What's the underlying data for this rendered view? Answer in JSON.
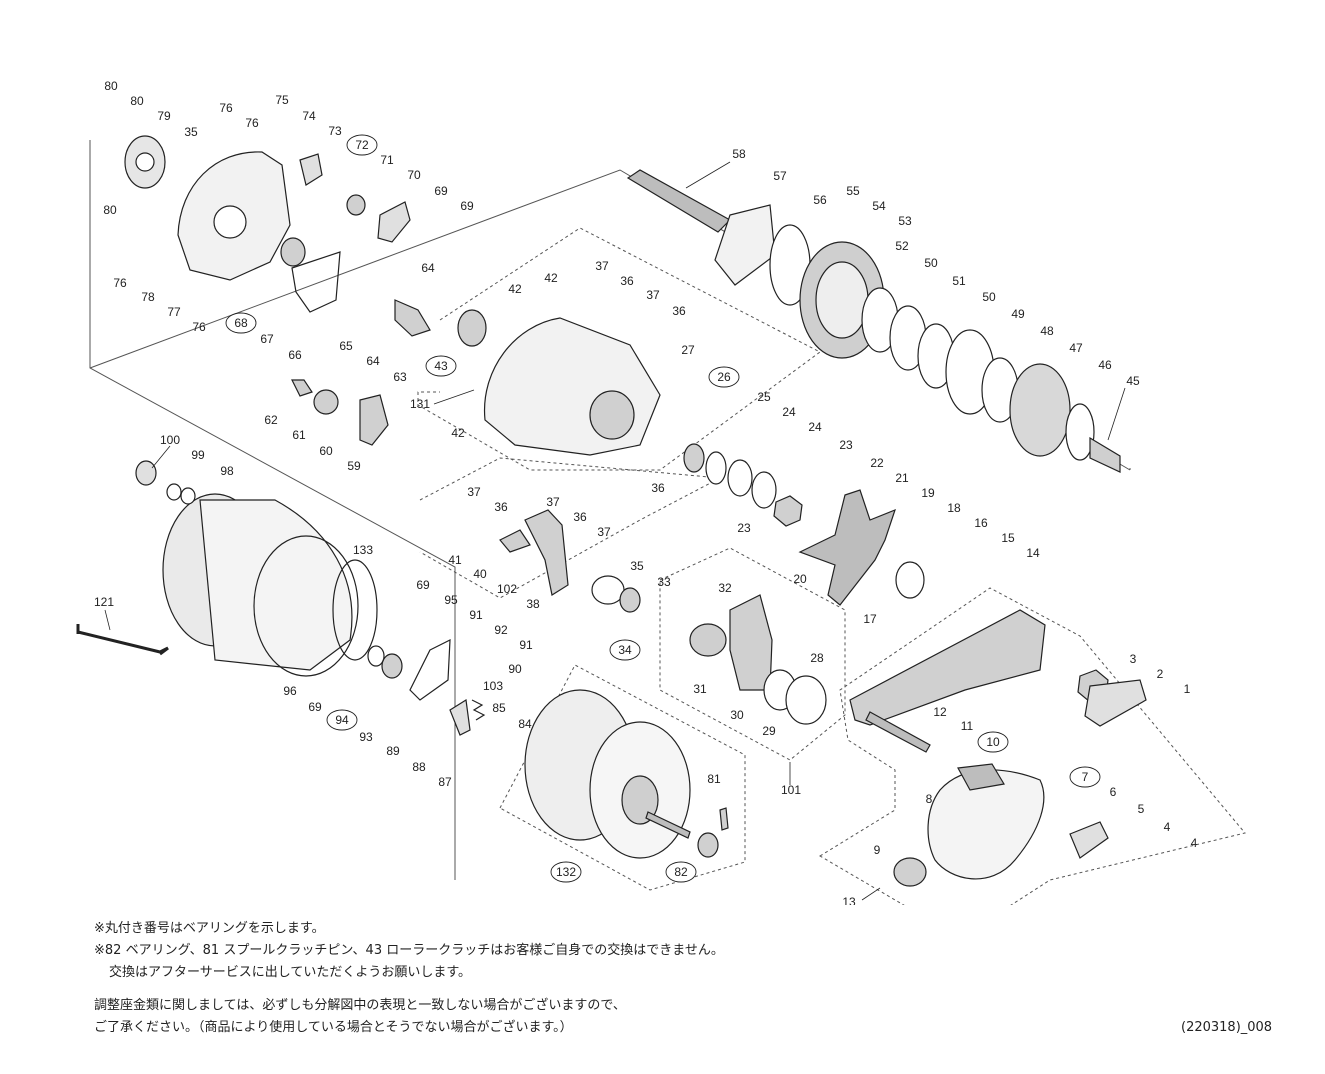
{
  "diagram": {
    "callouts": [
      {
        "id": "p80a",
        "number": "80",
        "circled": false
      },
      {
        "id": "p80b",
        "number": "80",
        "circled": false
      },
      {
        "id": "p79",
        "number": "79",
        "circled": false
      },
      {
        "id": "p80c",
        "number": "80",
        "circled": false
      },
      {
        "id": "p35a",
        "number": "35",
        "circled": false
      },
      {
        "id": "p76a",
        "number": "76",
        "circled": false
      },
      {
        "id": "p76b",
        "number": "76",
        "circled": false
      },
      {
        "id": "p75",
        "number": "75",
        "circled": false
      },
      {
        "id": "p74",
        "number": "74",
        "circled": false
      },
      {
        "id": "p73",
        "number": "73",
        "circled": false
      },
      {
        "id": "p72",
        "number": "72",
        "circled": true
      },
      {
        "id": "p71",
        "number": "71",
        "circled": false
      },
      {
        "id": "p70",
        "number": "70",
        "circled": false
      },
      {
        "id": "p69a",
        "number": "69",
        "circled": false
      },
      {
        "id": "p69b",
        "number": "69",
        "circled": false
      },
      {
        "id": "p76c",
        "number": "76",
        "circled": false
      },
      {
        "id": "p78",
        "number": "78",
        "circled": false
      },
      {
        "id": "p77",
        "number": "77",
        "circled": false
      },
      {
        "id": "p76d",
        "number": "76",
        "circled": false
      },
      {
        "id": "p68",
        "number": "68",
        "circled": true
      },
      {
        "id": "p67",
        "number": "67",
        "circled": false
      },
      {
        "id": "p66",
        "number": "66",
        "circled": false
      },
      {
        "id": "p65",
        "number": "65",
        "circled": false
      },
      {
        "id": "p64a",
        "number": "64",
        "circled": false
      },
      {
        "id": "p64b",
        "number": "64",
        "circled": false
      },
      {
        "id": "p63",
        "number": "63",
        "circled": false
      },
      {
        "id": "p62",
        "number": "62",
        "circled": false
      },
      {
        "id": "p61",
        "number": "61",
        "circled": false
      },
      {
        "id": "p60",
        "number": "60",
        "circled": false
      },
      {
        "id": "p59",
        "number": "59",
        "circled": false
      },
      {
        "id": "p58",
        "number": "58",
        "circled": false
      },
      {
        "id": "p57",
        "number": "57",
        "circled": false
      },
      {
        "id": "p56",
        "number": "56",
        "circled": false
      },
      {
        "id": "p55",
        "number": "55",
        "circled": false
      },
      {
        "id": "p54",
        "number": "54",
        "circled": false
      },
      {
        "id": "p53",
        "number": "53",
        "circled": false
      },
      {
        "id": "p52",
        "number": "52",
        "circled": false
      },
      {
        "id": "p50a",
        "number": "50",
        "circled": false
      },
      {
        "id": "p51",
        "number": "51",
        "circled": false
      },
      {
        "id": "p50b",
        "number": "50",
        "circled": false
      },
      {
        "id": "p49",
        "number": "49",
        "circled": false
      },
      {
        "id": "p48",
        "number": "48",
        "circled": false
      },
      {
        "id": "p47",
        "number": "47",
        "circled": false
      },
      {
        "id": "p46",
        "number": "46",
        "circled": false
      },
      {
        "id": "p45",
        "number": "45",
        "circled": false
      },
      {
        "id": "p37a",
        "number": "37",
        "circled": false
      },
      {
        "id": "p36a",
        "number": "36",
        "circled": false
      },
      {
        "id": "p37b",
        "number": "37",
        "circled": false
      },
      {
        "id": "p36b",
        "number": "36",
        "circled": false
      },
      {
        "id": "p42a",
        "number": "42",
        "circled": false
      },
      {
        "id": "p42b",
        "number": "42",
        "circled": false
      },
      {
        "id": "p43",
        "number": "43",
        "circled": true
      },
      {
        "id": "p42c",
        "number": "42",
        "circled": false
      },
      {
        "id": "p131",
        "number": "131",
        "circled": false
      },
      {
        "id": "p27",
        "number": "27",
        "circled": false
      },
      {
        "id": "p26",
        "number": "26",
        "circled": true
      },
      {
        "id": "p25",
        "number": "25",
        "circled": false
      },
      {
        "id": "p24a",
        "number": "24",
        "circled": false
      },
      {
        "id": "p24b",
        "number": "24",
        "circled": false
      },
      {
        "id": "p23a",
        "number": "23",
        "circled": false
      },
      {
        "id": "p22",
        "number": "22",
        "circled": false
      },
      {
        "id": "p23b",
        "number": "23",
        "circled": false
      },
      {
        "id": "p21",
        "number": "21",
        "circled": false
      },
      {
        "id": "p19",
        "number": "19",
        "circled": false
      },
      {
        "id": "p18",
        "number": "18",
        "circled": false
      },
      {
        "id": "p16",
        "number": "16",
        "circled": false
      },
      {
        "id": "p15",
        "number": "15",
        "circled": false
      },
      {
        "id": "p14",
        "number": "14",
        "circled": false
      },
      {
        "id": "p20",
        "number": "20",
        "circled": false
      },
      {
        "id": "p17",
        "number": "17",
        "circled": false
      },
      {
        "id": "p37c",
        "number": "37",
        "circled": false
      },
      {
        "id": "p36c",
        "number": "36",
        "circled": false
      },
      {
        "id": "p37d",
        "number": "37",
        "circled": false
      },
      {
        "id": "p36d",
        "number": "36",
        "circled": false
      },
      {
        "id": "p36e",
        "number": "36",
        "circled": false
      },
      {
        "id": "p37e",
        "number": "37",
        "circled": false
      },
      {
        "id": "p41",
        "number": "41",
        "circled": false
      },
      {
        "id": "p40",
        "number": "40",
        "circled": false
      },
      {
        "id": "p102",
        "number": "102",
        "circled": false
      },
      {
        "id": "p38",
        "number": "38",
        "circled": false
      },
      {
        "id": "p35b",
        "number": "35",
        "circled": false
      },
      {
        "id": "p33",
        "number": "33",
        "circled": false
      },
      {
        "id": "p34",
        "number": "34",
        "circled": true
      },
      {
        "id": "p32",
        "number": "32",
        "circled": false
      },
      {
        "id": "p31",
        "number": "31",
        "circled": false
      },
      {
        "id": "p30",
        "number": "30",
        "circled": false
      },
      {
        "id": "p29",
        "number": "29",
        "circled": false
      },
      {
        "id": "p28",
        "number": "28",
        "circled": false
      },
      {
        "id": "p101",
        "number": "101",
        "circled": false
      },
      {
        "id": "p3",
        "number": "3",
        "circled": false
      },
      {
        "id": "p2",
        "number": "2",
        "circled": false
      },
      {
        "id": "p1",
        "number": "1",
        "circled": false
      },
      {
        "id": "p12",
        "number": "12",
        "circled": false
      },
      {
        "id": "p11",
        "number": "11",
        "circled": false
      },
      {
        "id": "p10",
        "number": "10",
        "circled": true
      },
      {
        "id": "p7",
        "number": "7",
        "circled": true
      },
      {
        "id": "p6",
        "number": "6",
        "circled": false
      },
      {
        "id": "p5",
        "number": "5",
        "circled": false
      },
      {
        "id": "p4a",
        "number": "4",
        "circled": false
      },
      {
        "id": "p4b",
        "number": "4",
        "circled": false
      },
      {
        "id": "p8",
        "number": "8",
        "circled": false
      },
      {
        "id": "p9",
        "number": "9",
        "circled": false
      },
      {
        "id": "p13",
        "number": "13",
        "circled": false
      },
      {
        "id": "p100",
        "number": "100",
        "circled": false
      },
      {
        "id": "p99",
        "number": "99",
        "circled": false
      },
      {
        "id": "p98",
        "number": "98",
        "circled": false
      },
      {
        "id": "p133",
        "number": "133",
        "circled": false
      },
      {
        "id": "p69c",
        "number": "69",
        "circled": false
      },
      {
        "id": "p95",
        "number": "95",
        "circled": false
      },
      {
        "id": "p91a",
        "number": "91",
        "circled": false
      },
      {
        "id": "p92",
        "number": "92",
        "circled": false
      },
      {
        "id": "p91b",
        "number": "91",
        "circled": false
      },
      {
        "id": "p90",
        "number": "90",
        "circled": false
      },
      {
        "id": "p103",
        "number": "103",
        "circled": false
      },
      {
        "id": "p85",
        "number": "85",
        "circled": false
      },
      {
        "id": "p84",
        "number": "84",
        "circled": false
      },
      {
        "id": "p121",
        "number": "121",
        "circled": false
      },
      {
        "id": "p96",
        "number": "96",
        "circled": false
      },
      {
        "id": "p69d",
        "number": "69",
        "circled": false
      },
      {
        "id": "p94",
        "number": "94",
        "circled": true
      },
      {
        "id": "p93",
        "number": "93",
        "circled": false
      },
      {
        "id": "p89",
        "number": "89",
        "circled": false
      },
      {
        "id": "p88",
        "number": "88",
        "circled": false
      },
      {
        "id": "p87",
        "number": "87",
        "circled": false
      },
      {
        "id": "p81",
        "number": "81",
        "circled": false
      },
      {
        "id": "p132",
        "number": "132",
        "circled": true
      },
      {
        "id": "p82",
        "number": "82",
        "circled": true
      }
    ]
  },
  "notes": {
    "line1": "※丸付き番号はベアリングを示します。",
    "line2": "※82 ベアリング、81 スプールクラッチピン、43 ローラークラッチはお客様ご自身での交換はできません。",
    "line3": "交換はアフターサービスに出していただくようお願いします。",
    "line4": "調整座金類に関しましては、必ずしも分解図中の表現と一致しない場合がございますので、",
    "line5": "ご了承ください。（商品により使用している場合とそうでない場合がございます。）"
  },
  "doc_code": "(220318)_008",
  "colors": {
    "line": "#222222",
    "fill_light": "#f2f2f2",
    "fill_mid": "#d0d0d0",
    "fill_dark": "#9a9a9a"
  }
}
